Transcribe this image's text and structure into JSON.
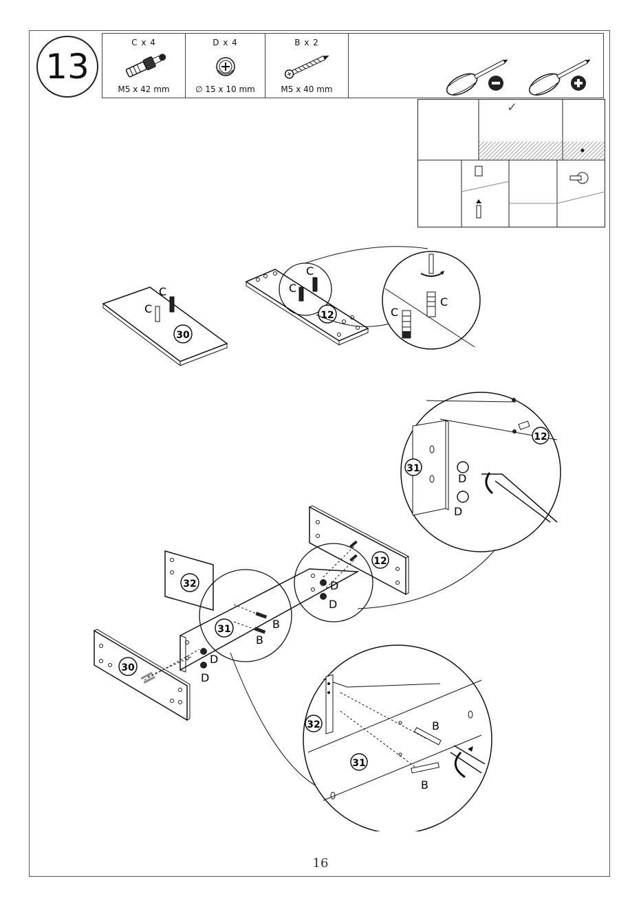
{
  "step": {
    "number": "13"
  },
  "parts": [
    {
      "qty": "C x 4",
      "size": "M5  x 42 mm",
      "icon": "cam-bolt-icon"
    },
    {
      "qty": "D x 4",
      "size": "∅ 15 x 10 mm",
      "icon": "cam-lock-nut-icon"
    },
    {
      "qty": "B x 2",
      "size": "M5  x 40 mm",
      "icon": "screw-icon"
    }
  ],
  "tools": [
    {
      "icon": "flathead-screwdriver-icon",
      "symbol": "−"
    },
    {
      "icon": "phillips-screwdriver-icon",
      "symbol": "+"
    }
  ],
  "labels": {
    "cam_bolt": "C",
    "cam_nut": "D",
    "screw": "B",
    "panel_30": "30",
    "panel_31": "31",
    "panel_32": "32",
    "panel_12": "12",
    "check": "✓"
  },
  "page": {
    "number": "16"
  }
}
